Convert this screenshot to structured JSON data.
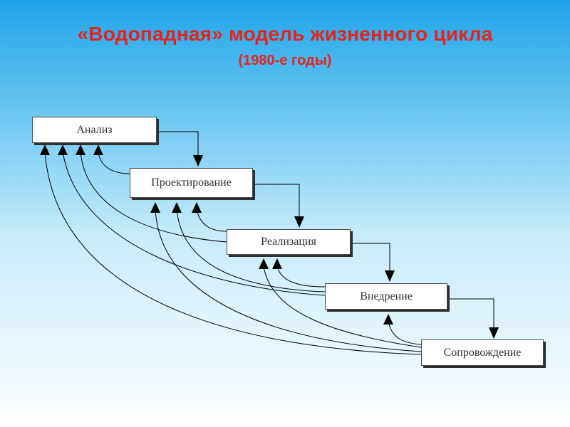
{
  "title": "«Водопадная» модель жизненного цикла",
  "subtitle": "(1980-е годы)",
  "diagram": {
    "stages": [
      {
        "id": "analysis",
        "label": "Анализ"
      },
      {
        "id": "design",
        "label": "Проектирование"
      },
      {
        "id": "implementation",
        "label": "Реализация"
      },
      {
        "id": "deployment",
        "label": "Внедрение"
      },
      {
        "id": "maintenance",
        "label": "Сопровождение"
      }
    ],
    "line_color": "#000000",
    "box_fill": "#ffffff"
  },
  "colors": {
    "title": "#e8231c",
    "background_top": "#1fa3e8",
    "background_bottom": "#ffffff"
  }
}
